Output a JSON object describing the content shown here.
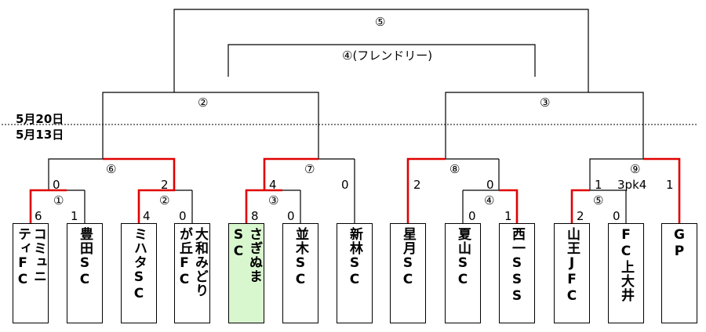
{
  "dates": {
    "upper": "5月20日",
    "lower": "5月13日"
  },
  "matches": {
    "m1": "①",
    "m2": "②",
    "m3": "③",
    "m4": "④",
    "m5": "⑤",
    "m6": "⑥",
    "m7": "⑦",
    "m8": "⑧",
    "m9": "⑨",
    "top2": "②",
    "top3": "③",
    "top4": "④(フレンドリー)",
    "top5": "⑤"
  },
  "scores": {
    "m1_left": "6",
    "m1_right": "1",
    "m6_left": "0",
    "m6_right": "2",
    "m2_left": "4",
    "m2_right": "0",
    "m3_left": "8",
    "m3_right": "0",
    "m7_left": "4",
    "m7_right": "0",
    "m8_left": "2",
    "m8_right": "0",
    "m4_left": "0",
    "m4_right": "1",
    "m5_left": "2",
    "m5_right": "0",
    "m9_left": "1",
    "m9_pk": "3pk4",
    "m9_right": "1"
  },
  "teams": [
    {
      "name": "コミュニ\nティFC"
    },
    {
      "name": "豊田SC"
    },
    {
      "name": "ミハタSC"
    },
    {
      "name": "大和みどり\nが丘FC"
    },
    {
      "name": "さぎぬま\nSC",
      "highlight": true
    },
    {
      "name": "並木SC"
    },
    {
      "name": "新林SC"
    },
    {
      "name": "星月SC"
    },
    {
      "name": "夏山SC"
    },
    {
      "name": "西一SSS"
    },
    {
      "name": "山王JFC"
    },
    {
      "name": "FC上大井"
    },
    {
      "name": "GP"
    }
  ],
  "colors": {
    "winner_line": "#e00000",
    "line": "#000000",
    "highlight_fill": "#d9f7cf"
  }
}
